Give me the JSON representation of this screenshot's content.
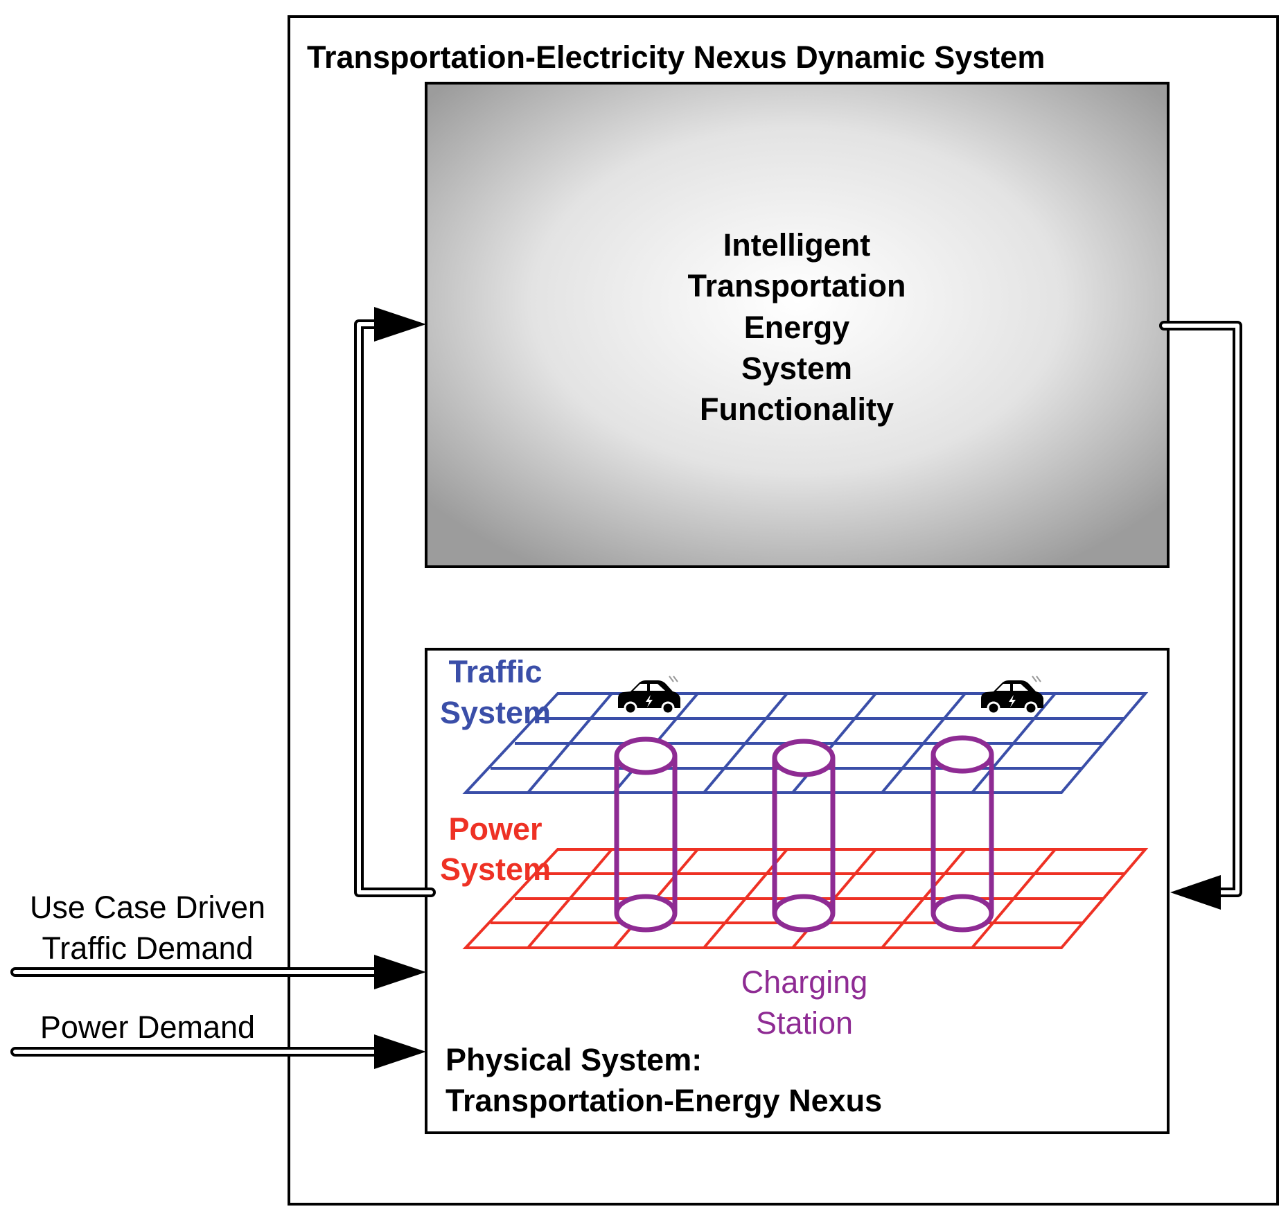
{
  "outer_title": "Transportation-Electricity Nexus Dynamic System",
  "functionality": {
    "lines": [
      "Intelligent",
      "Transportation",
      "Energy",
      "System",
      "Functionality"
    ]
  },
  "physical": {
    "traffic_label": [
      "Traffic",
      "System"
    ],
    "power_label": [
      "Power",
      "System"
    ],
    "charging_label": [
      "Charging",
      "Station"
    ],
    "title_lines": [
      "Physical System:",
      "Transportation-Energy Nexus"
    ]
  },
  "inputs": {
    "traffic_demand": [
      "Use Case Driven",
      "Traffic Demand"
    ],
    "power_demand": "Power Demand"
  },
  "colors": {
    "traffic": "#3a4ea8",
    "power": "#ee3124",
    "charging": "#8e2b93",
    "line": "#000000"
  },
  "icons": [
    "electric-car-icon",
    "electric-car-icon"
  ]
}
